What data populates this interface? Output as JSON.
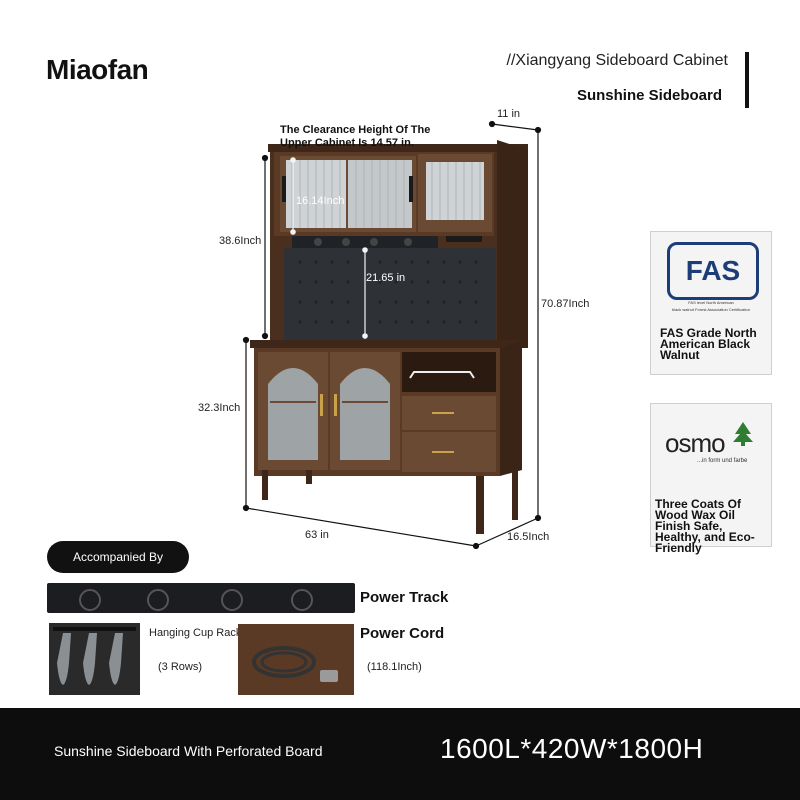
{
  "header": {
    "brand": "Miaofan",
    "series": "//Xiangyang Sideboard Cabinet",
    "subtitle": "Sunshine Sideboard"
  },
  "dimensions": {
    "top_depth": "11 in",
    "clearance_note": "The Clearance Height Of The Upper Cabinet Is 14.57 in.",
    "upper_inner_height": "16.14Inch",
    "upper_height": "38.6Inch",
    "board_height": "21.65 in",
    "total_height": "70.87Inch",
    "lower_height": "32.3Inch",
    "width": "63 in",
    "depth": "16.5Inch"
  },
  "badges": {
    "fas": {
      "logo": "FAS",
      "fine_print_1": "FAS level North American",
      "fine_print_2": "black walnut Forest Association Certification",
      "text": "FAS Grade North American Black Walnut"
    },
    "osmo": {
      "logo": "osmo",
      "tagline": "...in form und farbe",
      "text": "Three Coats Of Wood Wax Oil Finish Safe, Healthy, and Eco-Friendly"
    }
  },
  "accessories": {
    "title": "Accompanied By Accessories",
    "power_track": "Power Track",
    "cup_rack": "Hanging Cup Rack",
    "cup_rack_rows": "(3 Rows)",
    "power_cord": "Power Cord",
    "power_cord_length": "(118.1Inch)"
  },
  "footer": {
    "product_name": "Sunshine Sideboard With Perforated Board",
    "size": "1600L*420W*1800H"
  },
  "colors": {
    "walnut": "#5a3a25",
    "walnut_dark": "#3e2718",
    "board": "#2e3136",
    "glass": "#cfd3d6",
    "footer_bg": "#0d0d0d",
    "fas_blue": "#1d3d78",
    "osmo_green": "#2f7d32"
  }
}
